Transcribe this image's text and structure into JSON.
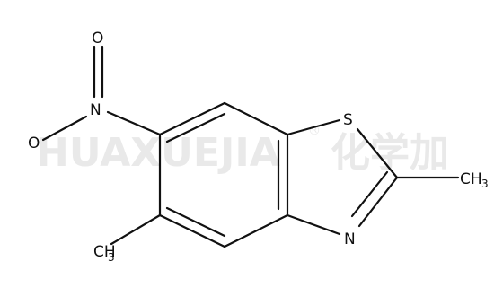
{
  "watermark": {
    "latin": "HUAXUEJIA",
    "registered": "®",
    "chinese": "化学加"
  },
  "atoms": {
    "oxygen_top": "O",
    "nitrogen_nitro": "N",
    "oxygen_left": "O",
    "sulfur": "S",
    "nitrogen_ring": "N",
    "methyl_right_main": "CH",
    "methyl_right_sub": "3",
    "methyl_left_main": "CH",
    "methyl_left_sub": "3"
  }
}
